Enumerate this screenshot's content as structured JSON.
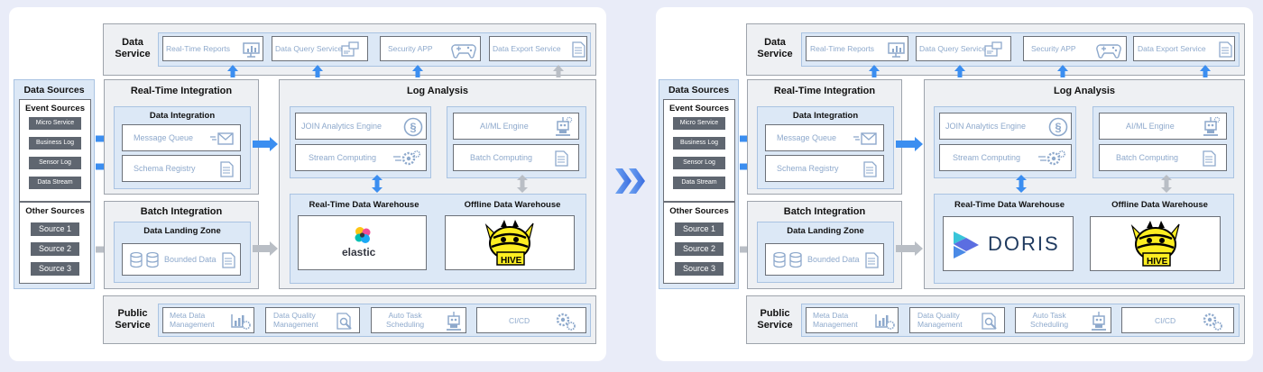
{
  "colors": {
    "arrow_blue": "#3b8ef0",
    "arrow_gray": "#b9bec5",
    "light_blue": "#dce8f6",
    "chip": "#5f6670"
  },
  "data_service": {
    "title_line1": "Data",
    "title_line2": "Service",
    "items": [
      {
        "label": "Real-Time Reports",
        "icon": "monitor-chart-icon"
      },
      {
        "label": "Data Query Service",
        "icon": "query-window-icon"
      },
      {
        "label": "Security APP",
        "icon": "gamepad-icon"
      },
      {
        "label": "Data Export Service",
        "icon": "document-icon"
      }
    ]
  },
  "data_sources": {
    "title": "Data Sources",
    "event_title": "Event Sources",
    "events": [
      "Micro Service",
      "Business Log",
      "Sensor Log",
      "Data Stream"
    ],
    "other_title": "Other Sources",
    "others": [
      "Source 1",
      "Source 2",
      "Source 3"
    ]
  },
  "realtime_integration": {
    "title": "Real-Time Integration",
    "sub_title": "Data Integration",
    "items": [
      {
        "label": "Message Queue",
        "icon": "envelope-icon"
      },
      {
        "label": "Schema Registry",
        "icon": "document-icon"
      }
    ]
  },
  "batch_integration": {
    "title": "Batch Integration",
    "sub_title": "Data Landing Zone",
    "item": {
      "label": "Bounded Data",
      "icon": "document-icon"
    }
  },
  "log_analysis": {
    "title": "Log Analysis",
    "left_items": [
      {
        "label": "JOIN Analytics Engine",
        "icon": "section-icon"
      },
      {
        "label": "Stream Computing",
        "icon": "gears-icon"
      }
    ],
    "right_items": [
      {
        "label": "AI/ML Engine",
        "icon": "robot-icon"
      },
      {
        "label": "Batch Computing",
        "icon": "document-icon"
      }
    ],
    "rt_warehouse_title": "Real-Time Data Warehouse",
    "offline_warehouse_title": "Offline Data Warehouse"
  },
  "before": {
    "realtime_logo": "elastic",
    "offline_logo_text": "HIVE"
  },
  "after": {
    "realtime_logo": "DORIS",
    "offline_logo_text": "HIVE"
  },
  "public_service": {
    "title_line1": "Public",
    "title_line2": "Service",
    "items": [
      {
        "line1": "Meta Data",
        "line2": "Management",
        "icon": "chart-gear-icon"
      },
      {
        "line1": "Data Quality",
        "line2": "Management",
        "icon": "search-document-icon"
      },
      {
        "line1": "Auto Task",
        "line2": "Scheduling",
        "icon": "robot-icon"
      },
      {
        "line1": "CI/CD",
        "line2": "",
        "icon": "gears-icon"
      }
    ]
  }
}
